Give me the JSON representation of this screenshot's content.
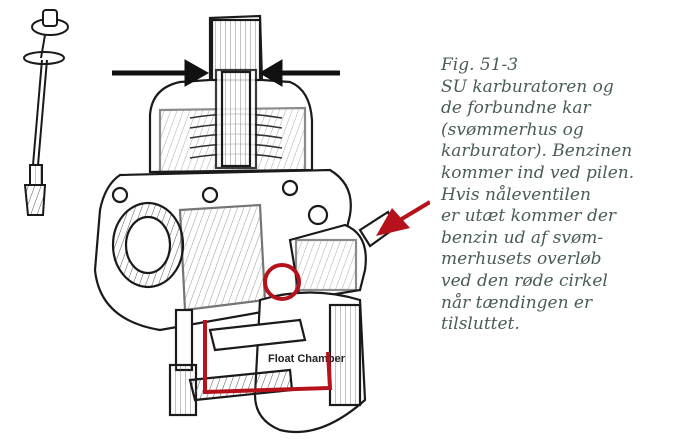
{
  "figure": {
    "float_label": "Float Chamber",
    "colors": {
      "marker_red": "#b5121b",
      "ink": "#1a1a1a",
      "caption_text": "#4a5d55"
    }
  },
  "caption": {
    "lines": [
      "Fig. 51-3",
      "SU karburatoren og",
      "de forbundne kar",
      "(svømmerhus og",
      "karburator). Benzinen",
      "kommer ind ved pilen.",
      "Hvis nåleventilen",
      "er utæt kommer der",
      "benzin ud af svøm-",
      "merhusets overløb",
      "ved den røde cirkel",
      "når tændingen er",
      "tilsluttet."
    ]
  }
}
